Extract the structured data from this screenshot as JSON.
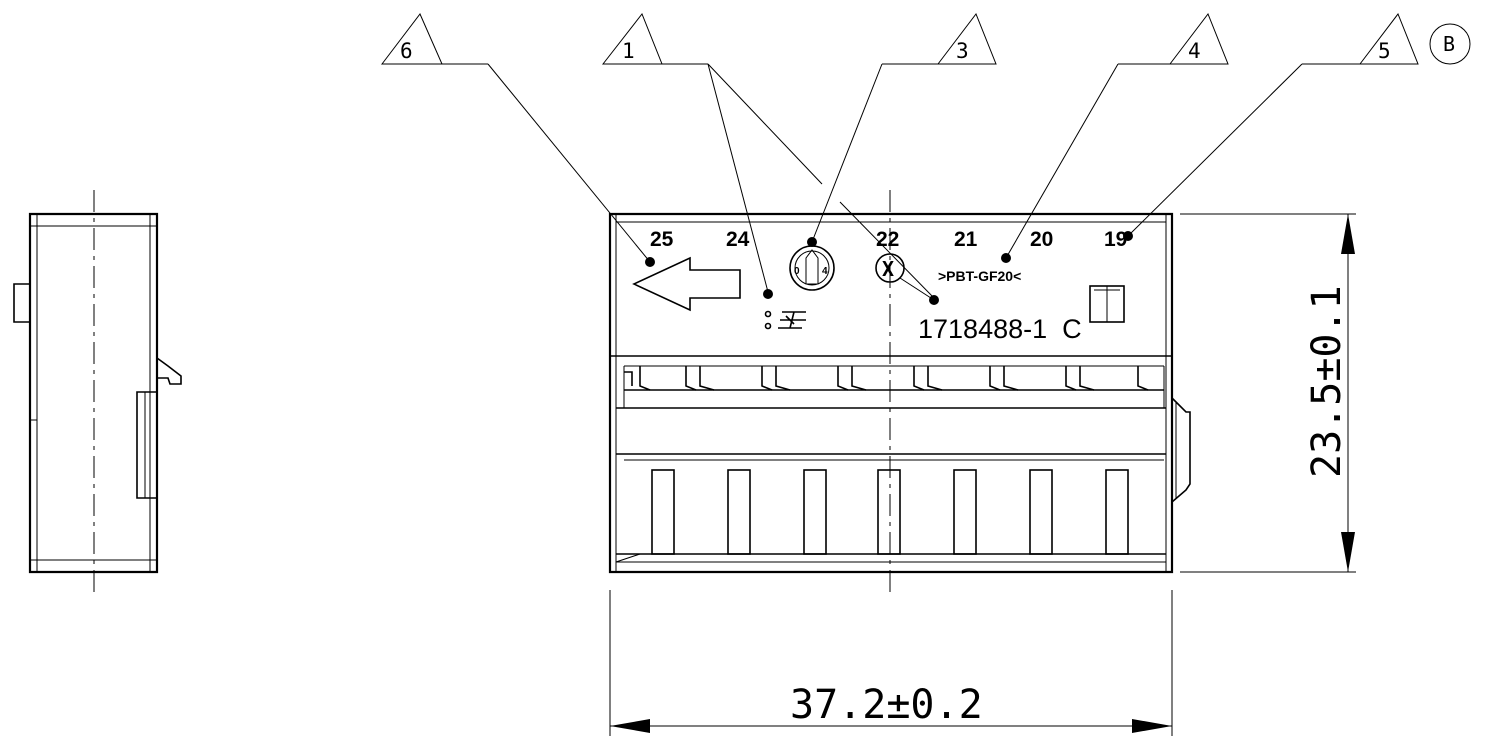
{
  "callouts": {
    "c6": "6",
    "c1": "1",
    "c3": "3",
    "c4": "4",
    "c5": "5",
    "circle_b": "B"
  },
  "cavities": [
    "25",
    "24",
    "22",
    "21",
    "20",
    "19"
  ],
  "material": ">PBT-GF20<",
  "part_number": "1718488-1  C",
  "ref_mark": "X",
  "dimensions": {
    "height": "23.5±0.1",
    "width": "37.2±0.2"
  }
}
